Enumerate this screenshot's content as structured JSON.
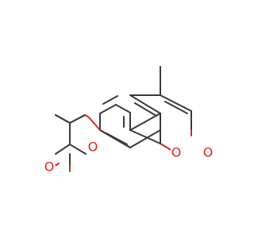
{
  "structure": {
    "atoms": [
      {
        "id": "o_ketone",
        "symbol": "O",
        "color": "#e0231b"
      },
      {
        "id": "o_ether",
        "symbol": "O",
        "color": "#e0231b"
      },
      {
        "id": "o_ring",
        "symbol": "O",
        "color": "#e0231b"
      },
      {
        "id": "o_carbonyl",
        "symbol": "O",
        "color": "#e0231b"
      }
    ],
    "colors": {
      "bond": "#3a3a3a",
      "oxygen": "#e0231b",
      "background": "#ffffff"
    }
  }
}
